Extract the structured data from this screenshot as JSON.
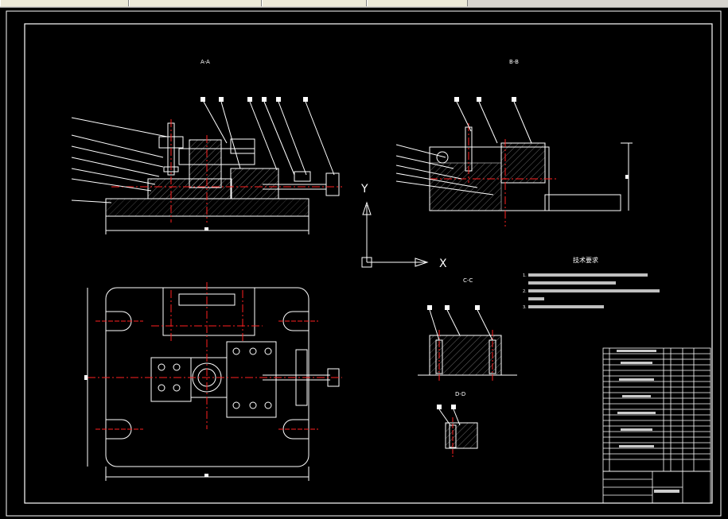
{
  "window": {
    "tabs": [
      {
        "label": ""
      },
      {
        "label": ""
      },
      {
        "label": ""
      },
      {
        "label": ""
      }
    ]
  },
  "views": {
    "section_aa": "A-A",
    "section_bb": "B-B",
    "section_cc": "C-C",
    "section_dd": "D-D"
  },
  "ucs": {
    "x_label": "X",
    "y_label": "Y"
  },
  "notes": {
    "title": "技术要求",
    "line_numbers": [
      "1.",
      "2.",
      "3."
    ]
  },
  "colors": {
    "background": "#000000",
    "outline": "#ffffff",
    "section_line": "#ff2020",
    "hatch": "#ffffff"
  }
}
